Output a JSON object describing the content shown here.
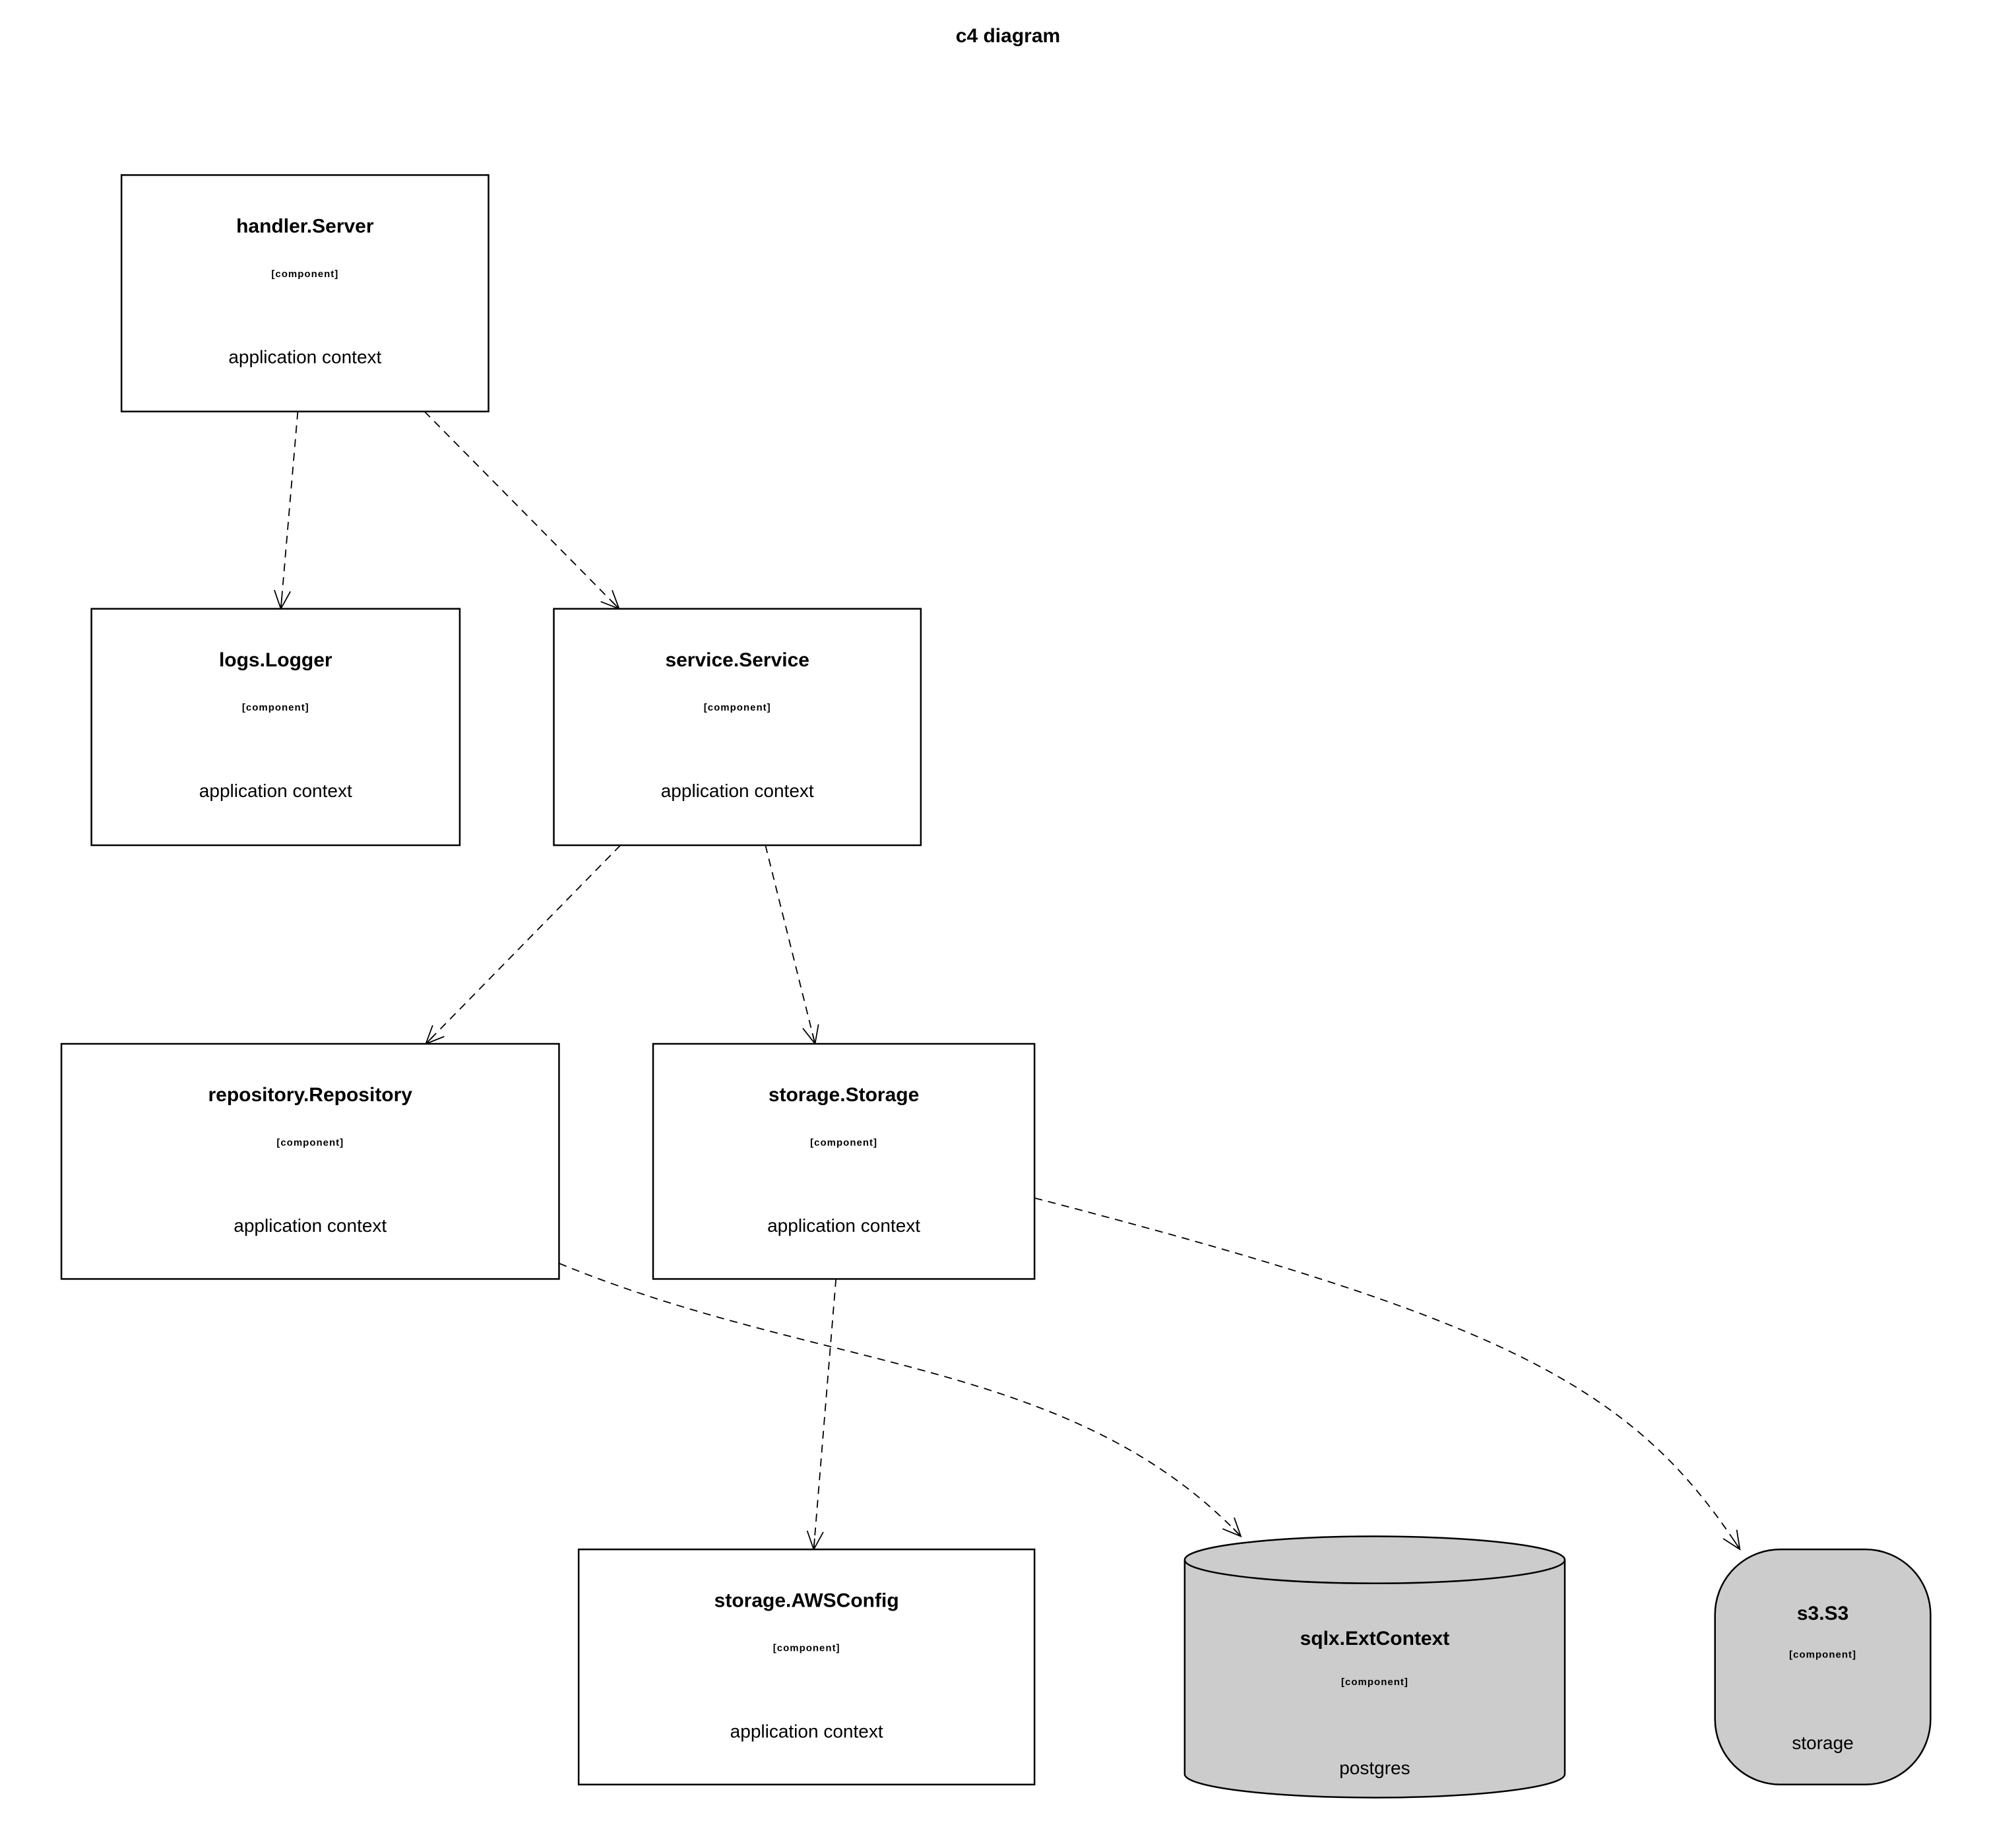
{
  "title": "c4 diagram",
  "colors": {
    "box_fill": "#ffffff",
    "external_fill": "#cccccc",
    "stroke": "#000000",
    "text": "#000000"
  },
  "nodes": [
    {
      "id": "handler-server",
      "shape": "box",
      "title": "handler.Server",
      "type": "[component]",
      "description": "application context"
    },
    {
      "id": "logs-logger",
      "shape": "box",
      "title": "logs.Logger",
      "type": "[component]",
      "description": "application context"
    },
    {
      "id": "service-service",
      "shape": "box",
      "title": "service.Service",
      "type": "[component]",
      "description": "application context"
    },
    {
      "id": "repository-repository",
      "shape": "box",
      "title": "repository.Repository",
      "type": "[component]",
      "description": "application context"
    },
    {
      "id": "storage-storage",
      "shape": "box",
      "title": "storage.Storage",
      "type": "[component]",
      "description": "application context"
    },
    {
      "id": "storage-awsconfig",
      "shape": "box",
      "title": "storage.AWSConfig",
      "type": "[component]",
      "description": "application context"
    },
    {
      "id": "sqlx-extcontext",
      "shape": "cylinder",
      "title": "sqlx.ExtContext",
      "type": "[component]",
      "description": "postgres"
    },
    {
      "id": "s3-s3",
      "shape": "rounded",
      "title": "s3.S3",
      "type": "[component]",
      "description": "storage"
    }
  ],
  "edges": [
    {
      "from": "handler-server",
      "to": "logs-logger",
      "style": "dashed"
    },
    {
      "from": "handler-server",
      "to": "service-service",
      "style": "dashed"
    },
    {
      "from": "service-service",
      "to": "repository-repository",
      "style": "dashed"
    },
    {
      "from": "service-service",
      "to": "storage-storage",
      "style": "dashed"
    },
    {
      "from": "repository-repository",
      "to": "sqlx-extcontext",
      "style": "dashed"
    },
    {
      "from": "storage-storage",
      "to": "storage-awsconfig",
      "style": "dashed"
    },
    {
      "from": "storage-storage",
      "to": "s3-s3",
      "style": "dashed"
    }
  ]
}
